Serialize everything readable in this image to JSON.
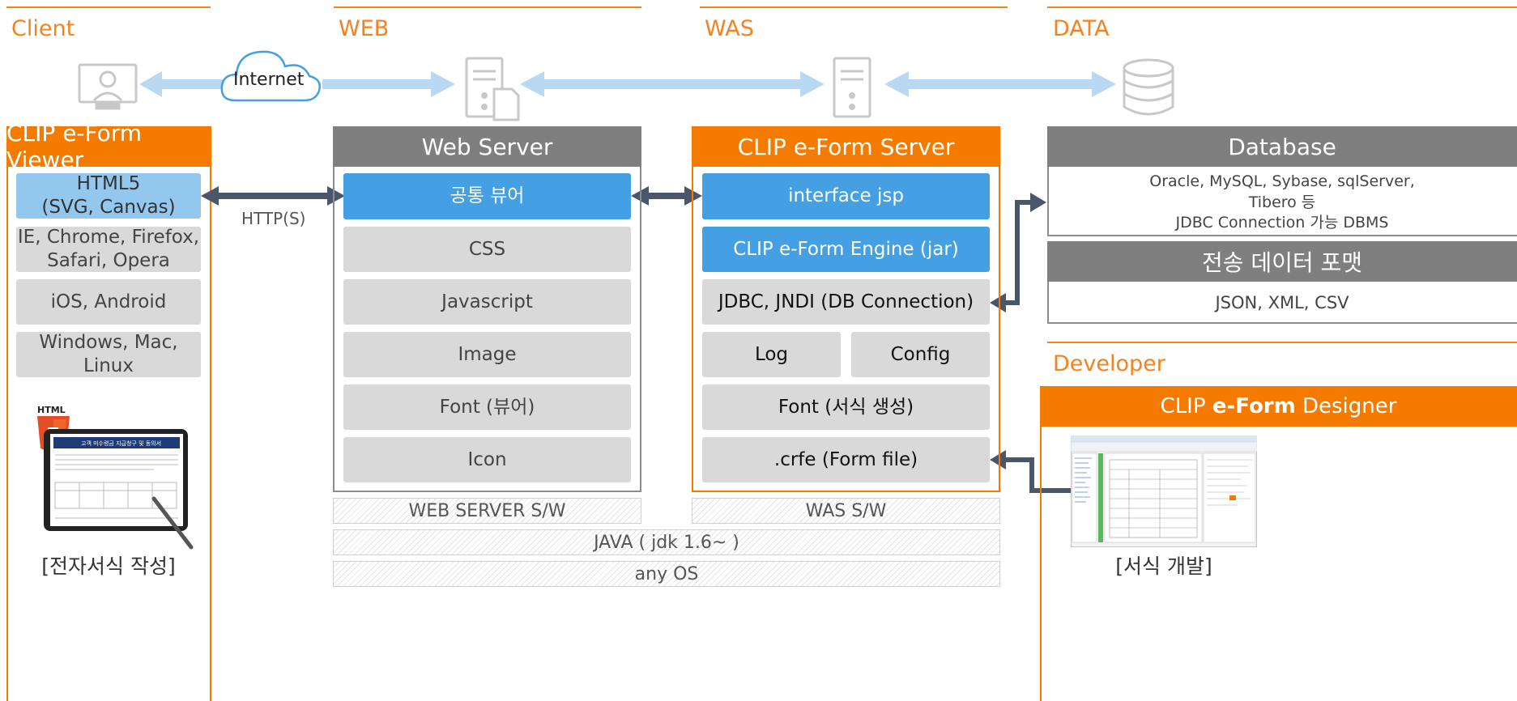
{
  "sections": {
    "client": "Client",
    "web": "WEB",
    "was": "WAS",
    "data": "DATA",
    "developer": "Developer"
  },
  "internet_label": "Internet",
  "http_label": "HTTP(S)",
  "viewer": {
    "title": "CLIP e-Form Viewer",
    "items": [
      {
        "line1": "HTML5",
        "line2": "(SVG, Canvas)"
      },
      {
        "line1": "IE, Chrome, Firefox,",
        "line2": "Safari, Opera"
      },
      {
        "line1": "iOS, Android"
      },
      {
        "line1": "Windows, Mac, Linux"
      }
    ],
    "html5_badge": "HTML",
    "html5_number": "5",
    "tablet_doc_title": "고객 미수령금 지급청구 및 동의서",
    "caption": "[전자서식 작성]"
  },
  "web_server": {
    "title": "Web Server",
    "items": [
      "공통 뷰어",
      "CSS",
      "Javascript",
      "Image",
      "Font (뷰어)",
      "Icon"
    ]
  },
  "eform_server": {
    "title": "CLIP e-Form Server",
    "interface": "interface jsp",
    "engine": "CLIP e-Form Engine (jar)",
    "jdbc": "JDBC, JNDI (DB Connection)",
    "log": "Log",
    "config": "Config",
    "font": "Font (서식 생성)",
    "crfe": ".crfe (Form file)"
  },
  "database": {
    "title": "Database",
    "line1": "Oracle, MySQL, Sybase, sqlServer,",
    "line2": "Tibero 등",
    "line3": "JDBC Connection 가능 DBMS"
  },
  "transfer": {
    "title": "전송 데이터 포맷",
    "formats": "JSON, XML, CSV"
  },
  "designer": {
    "title_pre": "CLIP ",
    "title_bold": "e-Form",
    "title_post": " Designer",
    "caption": "[서식 개발]"
  },
  "bottom": {
    "web_sw": "WEB SERVER S/W",
    "was_sw": "WAS S/W",
    "java": "JAVA ( jdk 1.6~ )",
    "os": "any OS"
  },
  "colors": {
    "orange": "#f47a00",
    "gray_header": "#7f7f7f",
    "blue": "#44a0e3",
    "light_blue": "#93c7ee",
    "arrow_dark": "#4a5669",
    "arrow_light": "#b9d8f2"
  }
}
